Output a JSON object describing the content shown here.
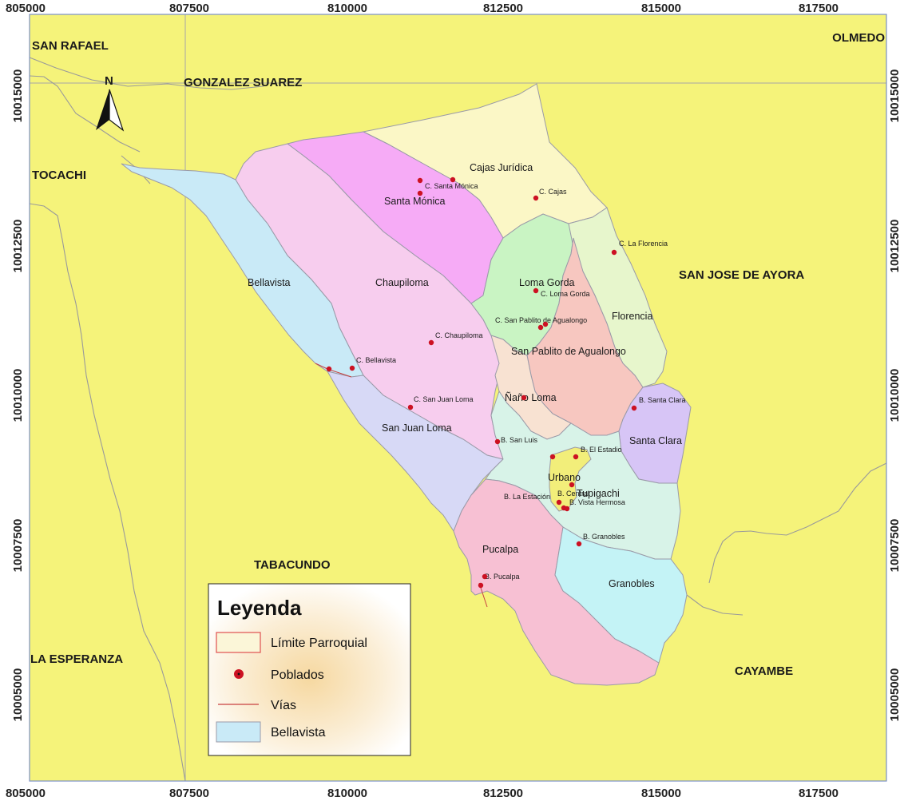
{
  "map": {
    "colors": {
      "background": "#F5F37A",
      "frame": "#7a8fc8",
      "outline": "#9a9aa8",
      "town_dot": "#CC1122",
      "road": "#C84040"
    },
    "ticks": {
      "x": [
        "805000",
        "807500",
        "810000",
        "812500",
        "815000",
        "817500"
      ],
      "y": [
        "10015000",
        "10012500",
        "10010000",
        "10007500",
        "10005000"
      ]
    },
    "neighbors": [
      {
        "name": "SAN RAFAEL"
      },
      {
        "name": "OLMEDO"
      },
      {
        "name": "GONZALEZ SUAREZ"
      },
      {
        "name": "TOCACHI"
      },
      {
        "name": "SAN JOSE DE AYORA"
      },
      {
        "name": "TABACUNDO"
      },
      {
        "name": "LA ESPERANZA"
      },
      {
        "name": "CAYAMBE"
      }
    ],
    "parishes": [
      {
        "name": "Cajas Jurídica",
        "color": "#FBF7C6"
      },
      {
        "name": "Santa Mónica",
        "color": "#F6ABF6"
      },
      {
        "name": "Chaupiloma",
        "color": "#F7CDEE"
      },
      {
        "name": "Bellavista",
        "color": "#C9EAF7"
      },
      {
        "name": "San Juan Loma",
        "color": "#D7D9F6"
      },
      {
        "name": "Loma Gorda",
        "color": "#C9F4C3"
      },
      {
        "name": "Florencia",
        "color": "#E7F6CC"
      },
      {
        "name": "San Pablito de Agualongo",
        "color": "#F7C7C0"
      },
      {
        "name": "Ñaño Loma",
        "color": "#F8E2D2"
      },
      {
        "name": "Santa Clara",
        "color": "#D7C5F6"
      },
      {
        "name": "Tupigachi",
        "color": "#D8F3E8"
      },
      {
        "name": "Urbano",
        "color": "#F2EE7A"
      },
      {
        "name": "Pucalpa",
        "color": "#F7C0D3"
      },
      {
        "name": "Granobles",
        "color": "#C4F3F6"
      }
    ],
    "towns": [
      {
        "name": "C. Santa Mónica"
      },
      {
        "name": "C. Cajas"
      },
      {
        "name": "C. La Florencia"
      },
      {
        "name": "C. Loma Gorda"
      },
      {
        "name": "C. San Pablito de Agualongo"
      },
      {
        "name": "C. Chaupiloma"
      },
      {
        "name": "C. Bellavista"
      },
      {
        "name": "C. San Juan Loma"
      },
      {
        "name": "B. Santa Clara"
      },
      {
        "name": "B. San Luis"
      },
      {
        "name": "B. El Estadio"
      },
      {
        "name": "B. Central"
      },
      {
        "name": "B. La Estación"
      },
      {
        "name": "B. Vista Hermosa"
      },
      {
        "name": "B. Granobles"
      },
      {
        "name": "B. Pucalpa"
      }
    ],
    "north_label": "N",
    "legend": {
      "title": "Leyenda",
      "items": [
        {
          "label": "Límite Parroquial"
        },
        {
          "label": "Poblados"
        },
        {
          "label": "Vías"
        },
        {
          "label": "Bellavista"
        }
      ]
    }
  }
}
